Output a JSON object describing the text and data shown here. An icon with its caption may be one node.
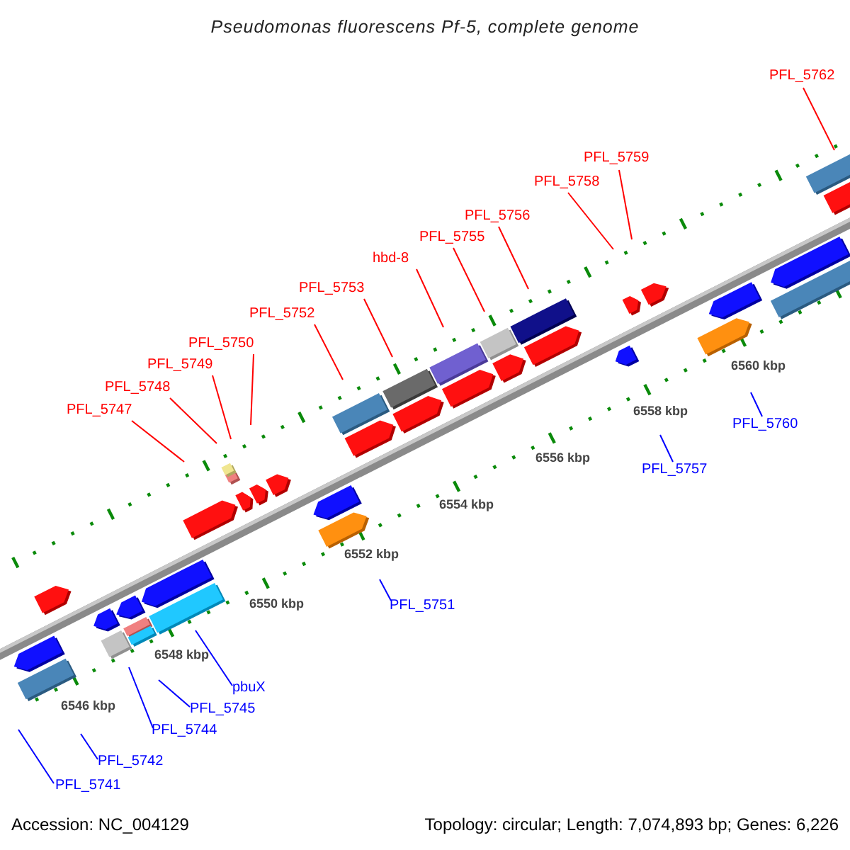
{
  "diagram": {
    "title": "Pseudomonas fluorescens Pf-5, complete genome",
    "nodes": [
      {
        "text": [
          "PFL_5762"
        ]
      },
      {
        "text": [
          "PFL_5759"
        ]
      },
      {
        "text": [
          "PFL_5758"
        ]
      },
      {
        "text": [
          "PFL_5756"
        ]
      },
      {
        "text": [
          "PFL_5755"
        ]
      },
      {
        "text": [
          "hbd-8"
        ]
      },
      {
        "text": [
          "PFL_5753"
        ]
      },
      {
        "text": [
          "PFL_5752"
        ]
      },
      {
        "text": [
          "PFL_5750"
        ]
      },
      {
        "text": [
          "PFL_5749"
        ]
      },
      {
        "text": [
          "PFL_5748"
        ]
      },
      {
        "text": [
          "PFL_5747"
        ]
      },
      {
        "text": [
          "PFL_5760"
        ]
      },
      {
        "text": [
          "PFL_5757"
        ]
      },
      {
        "text": [
          "PFL_5751"
        ]
      },
      {
        "text": [
          "pbuX"
        ]
      },
      {
        "text": [
          "PFL_5745"
        ]
      },
      {
        "text": [
          "PFL_5744"
        ]
      },
      {
        "text": [
          "PFL_5742"
        ]
      },
      {
        "text": [
          "PFL_5741"
        ]
      }
    ],
    "edges": [
      {
        "from": 0,
        "to": null,
        "arrow": "none"
      },
      {
        "from": 1,
        "to": null,
        "arrow": "none"
      },
      {
        "from": 2,
        "to": null,
        "arrow": "none"
      },
      {
        "from": 3,
        "to": null,
        "arrow": "none"
      },
      {
        "from": 4,
        "to": null,
        "arrow": "none"
      },
      {
        "from": 5,
        "to": null,
        "arrow": "none"
      },
      {
        "from": 6,
        "to": null,
        "arrow": "none"
      },
      {
        "from": 7,
        "to": null,
        "arrow": "none"
      },
      {
        "from": 8,
        "to": null,
        "arrow": "none"
      },
      {
        "from": 9,
        "to": null,
        "arrow": "none"
      },
      {
        "from": 10,
        "to": null,
        "arrow": "none"
      },
      {
        "from": 11,
        "to": null,
        "arrow": "none"
      },
      {
        "from": 12,
        "to": null,
        "arrow": "none",
        "color": "#0000ff"
      },
      {
        "from": 13,
        "to": null,
        "arrow": "none",
        "color": "#0000ff"
      },
      {
        "from": 14,
        "to": null,
        "arrow": "none",
        "color": "#0000ff"
      },
      {
        "from": 15,
        "to": null,
        "arrow": "none",
        "color": "#0000ff"
      },
      {
        "from": 16,
        "to": null,
        "arrow": "none",
        "color": "#0000ff"
      },
      {
        "from": 17,
        "to": null,
        "arrow": "none",
        "color": "#0000ff"
      },
      {
        "from": 18,
        "to": null,
        "arrow": "none",
        "color": "#0000ff"
      },
      {
        "from": 19,
        "to": null,
        "arrow": "none",
        "color": "#0000ff"
      }
    ],
    "labels": [
      "6546 kbp",
      "6548 kbp",
      "6550 kbp",
      "6552 kbp",
      "6554 kbp",
      "6556 kbp",
      "6558 kbp",
      "6560 kbp",
      "Accession: NC_004129",
      "Topology: circular; Length: 7,074,893 bp; Genes: 6,226"
    ]
  }
}
